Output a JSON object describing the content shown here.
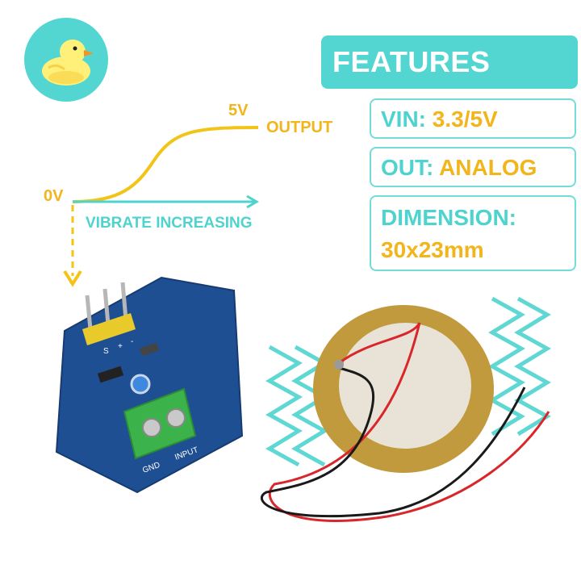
{
  "logo": {
    "icon": "duck-icon",
    "color": "#53d6d2"
  },
  "features": {
    "title": "FEATURES",
    "bg_color": "#53d6d2"
  },
  "specs": [
    {
      "label": "VIN:",
      "value": "3.3/5V"
    },
    {
      "label": "OUT:",
      "value": "ANALOG"
    },
    {
      "label": "DIMENSION:",
      "value": "30x23mm"
    }
  ],
  "graph": {
    "start_label": "0V",
    "end_label": "5V",
    "output_label": "OUTPUT",
    "axis_label": "VIBRATE INCREASING"
  },
  "module": {
    "pin_labels": [
      "S",
      "+",
      "-"
    ],
    "terminal_labels": [
      "GND",
      "INPUT"
    ]
  },
  "colors": {
    "teal": "#4fd3ce",
    "yellow": "#f2b51c",
    "pcb_blue": "#1f4f93",
    "terminal_green": "#3bb34a"
  }
}
